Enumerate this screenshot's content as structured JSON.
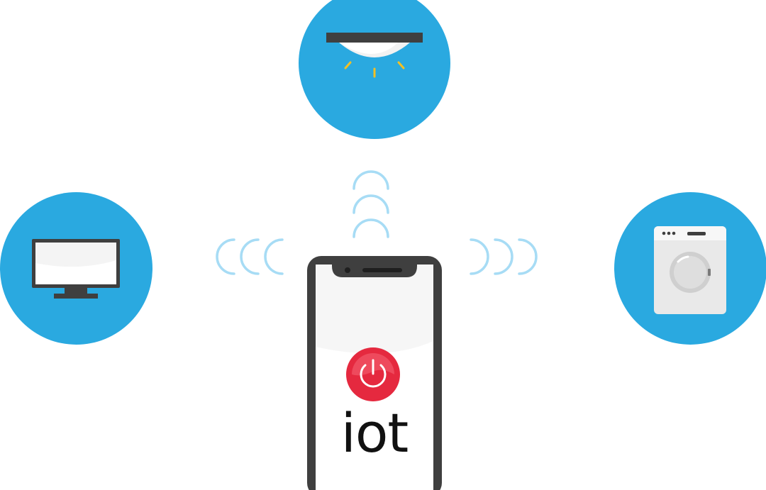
{
  "app": {
    "label": "iot"
  },
  "colors": {
    "circle": "#2aa9e0",
    "signal": "#a7dcf5",
    "phone_frame": "#3f3f3f",
    "power": "#e5293f",
    "power_glyph": "#ffffff",
    "bulb_ray": "#f3c023",
    "screen": "#ffffff"
  },
  "devices": [
    {
      "name": "ceiling-light",
      "icon": "light-icon"
    },
    {
      "name": "television",
      "icon": "tv-icon"
    },
    {
      "name": "washing-machine",
      "icon": "washer-icon"
    }
  ],
  "controls": {
    "power": {
      "icon": "power-icon"
    }
  }
}
